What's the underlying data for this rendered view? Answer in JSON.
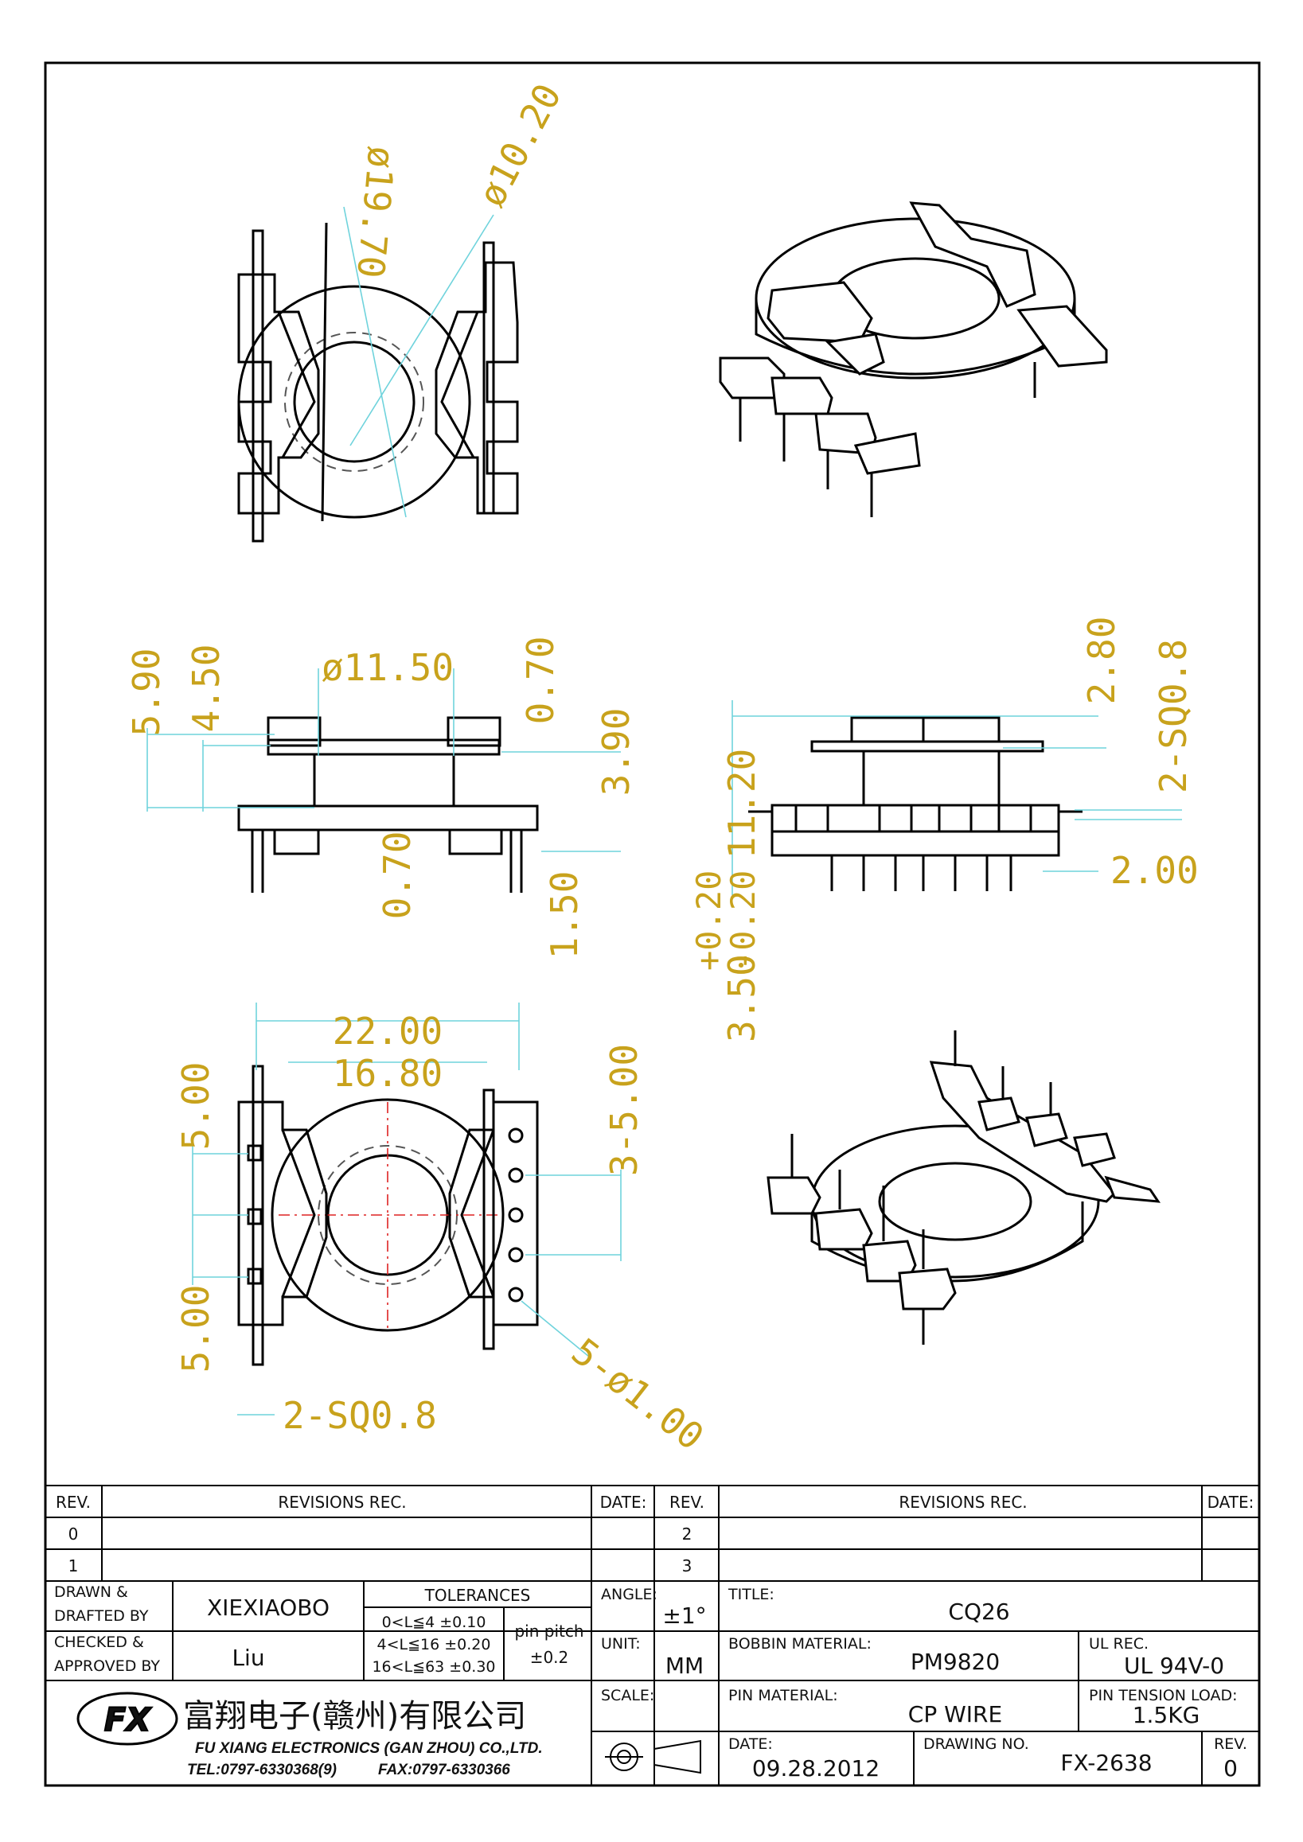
{
  "dimensions": {
    "top_outer_dia": "ø19.70",
    "top_inner_dia": "ø10.20",
    "front_total_height": "5.90",
    "front_flange_height": "4.50",
    "front_core_dia": "ø11.50",
    "front_flange_thk": "0.70",
    "front_base_height": "3.90",
    "front_bottom_flange": "0.70",
    "front_pin_step": "1.50",
    "side_height": "11.20",
    "side_top": "2.80",
    "side_pin_sq": "2-SQ0.8",
    "side_pin_offset": "2.00",
    "pin_length": "3.50",
    "pin_tol_plus": "+0.20",
    "pin_tol_minus": "-0.20",
    "bottom_width_total": "22.00",
    "bottom_width_inner": "16.80",
    "bottom_pitch_left_top": "5.00",
    "bottom_pitch_left_bottom": "5.00",
    "bottom_pitch_right": "3-5.00",
    "bottom_sq": "2-SQ0.8",
    "bottom_holes": "5-ø1.00"
  },
  "revisions": {
    "col_rev": "REV.",
    "col_rec": "REVISIONS   REC.",
    "col_date": "DATE:",
    "left_rows": [
      "0",
      "1"
    ],
    "right_rows": [
      "2",
      "3"
    ]
  },
  "title_block": {
    "drawn_label_1": "DRAWN &",
    "drawn_label_2": "DRAFTED BY",
    "drawn_value": "XIEXIAOBO",
    "checked_label_1": "CHECKED &",
    "checked_label_2": "APPROVED BY",
    "checked_value": "Liu",
    "tolerances_title": "TOLERANCES",
    "tol_rows": [
      "0<L≦4    ±0.10",
      "4<L≦16  ±0.20",
      "16<L≦63  ±0.30"
    ],
    "pin_pitch_label": "pin  pitch",
    "pin_pitch_value": "±0.2",
    "angle_label": "ANGLE:",
    "angle_value": "±1°",
    "unit_label": "UNIT:",
    "unit_value": "MM",
    "scale_label": "SCALE:",
    "title_label": "TITLE:",
    "title_value": "CQ26",
    "bobbin_label": "BOBBIN  MATERIAL:",
    "bobbin_value": "PM9820",
    "ul_label": "UL  REC.",
    "ul_value": "UL  94V-0",
    "pin_material_label": "PIN  MATERIAL:",
    "pin_material_value": "CP  WIRE",
    "pin_tension_label": "PIN  TENSION  LOAD:",
    "pin_tension_value": "1.5KG",
    "date_label": "DATE:",
    "date_value": "09.28.2012",
    "drawing_no_label": "DRAWING  NO.",
    "drawing_no_value": "FX-2638",
    "rev_label": "REV.",
    "rev_value": "0"
  },
  "company": {
    "name_cn": "富翔电子(赣州)有限公司",
    "name_en": "FU XIANG ELECTRONICS (GAN ZHOU) CO.,LTD.",
    "tel": "TEL:0797-6330368(9)",
    "fax": "FAX:0797-6330366"
  },
  "colors": {
    "dimension": "#c8a21c",
    "centerline": "#6fd3dc",
    "centermark": "#d22222"
  }
}
